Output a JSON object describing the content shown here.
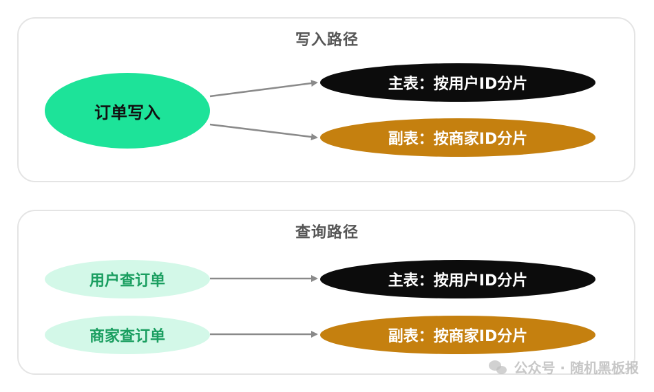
{
  "write_path": {
    "title": "写入路径",
    "source": "订单写入",
    "main_table": "主表：按用户ID分片",
    "sub_table": "副表：按商家ID分片"
  },
  "query_path": {
    "title": "查询路径",
    "user_query": "用户查订单",
    "merchant_query": "商家查订单",
    "main_table": "主表：按用户ID分片",
    "sub_table": "副表：按商家ID分片"
  },
  "colors": {
    "source_strong": "#1de399",
    "source_light": "#d3f8e8",
    "main_table": "#0c0c0c",
    "sub_table": "#c5800f",
    "arrow": "#8a8a8a"
  },
  "watermark": {
    "icon": "wechat-icon",
    "text": "公众号 · 随机黑板报"
  }
}
